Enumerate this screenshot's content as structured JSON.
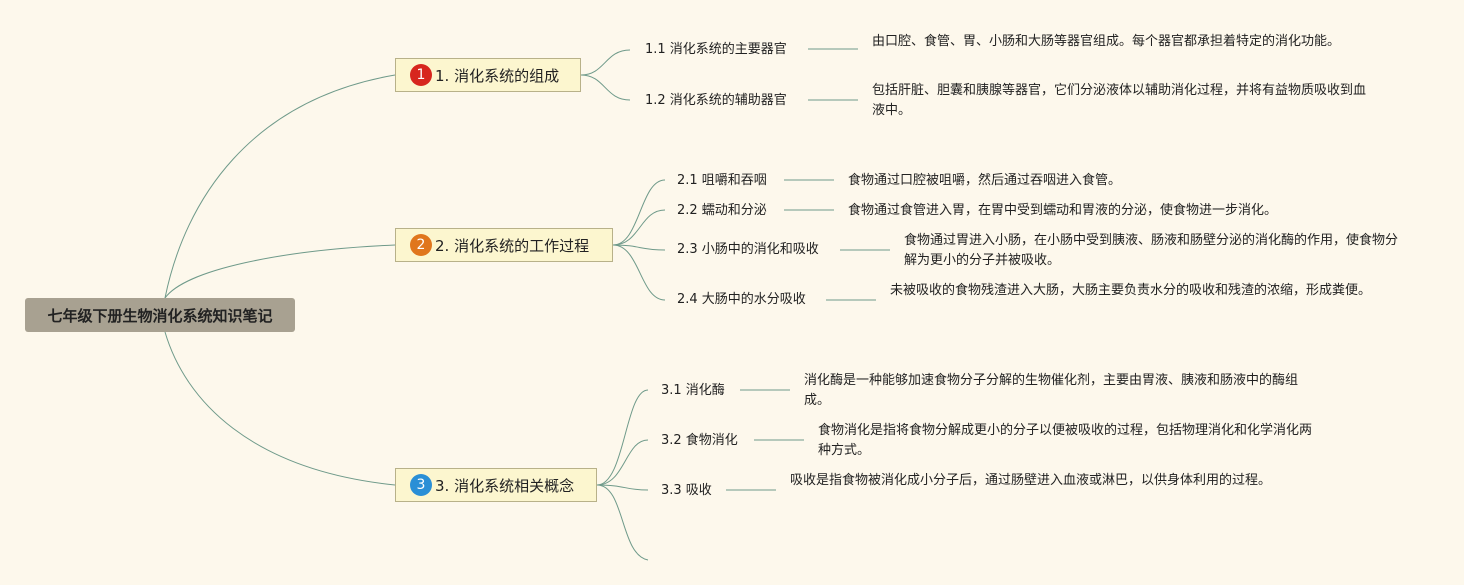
{
  "root": {
    "title": "七年级下册生物消化系统知识笔记"
  },
  "branches": [
    {
      "badge": "1",
      "badge_color": "#d7261e",
      "title": "1. 消化系统的组成",
      "items": [
        {
          "label": "1.1 消化系统的主要器官",
          "detail": "由口腔、食管、胃、小肠和大肠等器官组成。每个器官都承担着特定的消化功能。"
        },
        {
          "label": "1.2 消化系统的辅助器官",
          "detail": "包括肝脏、胆囊和胰腺等器官，它们分泌液体以辅助消化过程，并将有益物质吸收到血液中。"
        }
      ]
    },
    {
      "badge": "2",
      "badge_color": "#e0761d",
      "title": "2. 消化系统的工作过程",
      "items": [
        {
          "label": "2.1 咀嚼和吞咽",
          "detail": "食物通过口腔被咀嚼，然后通过吞咽进入食管。"
        },
        {
          "label": "2.2 蠕动和分泌",
          "detail": "食物通过食管进入胃，在胃中受到蠕动和胃液的分泌，使食物进一步消化。"
        },
        {
          "label": "2.3 小肠中的消化和吸收",
          "detail": "食物通过胃进入小肠，在小肠中受到胰液、肠液和肠壁分泌的消化酶的作用，使食物分解为更小的分子并被吸收。"
        },
        {
          "label": "2.4 大肠中的水分吸收",
          "detail": "未被吸收的食物残渣进入大肠，大肠主要负责水分的吸收和残渣的浓缩，形成粪便。"
        }
      ]
    },
    {
      "badge": "3",
      "badge_color": "#2a8fd6",
      "title": "3. 消化系统相关概念",
      "items": [
        {
          "label": "3.1 消化酶",
          "detail": "消化酶是一种能够加速食物分子分解的生物催化剂，主要由胃液、胰液和肠液中的酶组成。"
        },
        {
          "label": "3.2 食物消化",
          "detail": "食物消化是指将食物分解成更小的分子以便被吸收的过程，包括物理消化和化学消化两种方式。"
        },
        {
          "label": "3.3 吸收",
          "detail": "吸收是指食物被消化成小分子后，通过肠壁进入血液或淋巴，以供身体利用的过程。"
        }
      ]
    }
  ]
}
